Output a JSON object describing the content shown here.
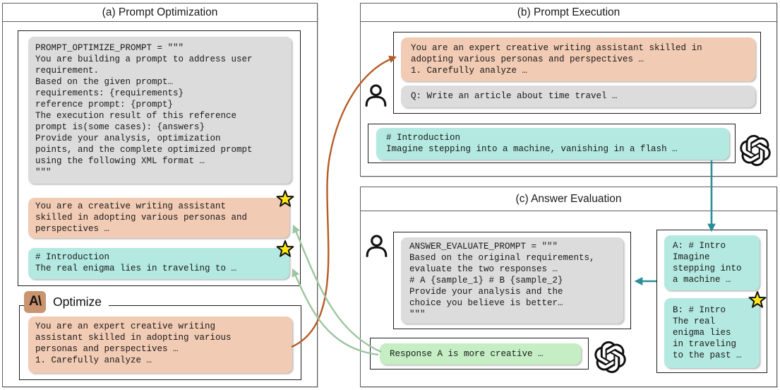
{
  "panel_a": {
    "title": "(a) Prompt Optimization",
    "optimize_prompt_code": "PROMPT_OPTIMIZE_PROMPT = \"\"\"\nYou are building a prompt to address user\nrequirement.\nBased on the given prompt…\nrequirements: {requirements}\nreference prompt: {prompt}\nThe execution result of this reference\nprompt is(some cases): {answers}\nProvide your analysis, optimization\npoints, and the complete optimized prompt\nusing the following XML format …\n\"\"\"",
    "reference_prompt": "You are a creative writing assistant\nskilled in adopting various personas and\nperspectives …",
    "reference_answer": "# Introduction\nThe real enigma lies in traveling to …",
    "optimize_label": "Optimize",
    "anthropic_logo_text": "A\\",
    "optimized_prompt": "You are an expert creative writing\nassistant skilled in adopting various\npersonas and perspectives …\n1. Carefully analyze …"
  },
  "panel_b": {
    "title": "(b) Prompt Execution",
    "system_prompt": "You are an expert creative writing assistant skilled in\nadopting various personas and perspectives …\n1. Carefully analyze …",
    "user_question": "Q: Write an article about time travel …",
    "model_answer": "# Introduction\nImagine stepping into a machine, vanishing in a flash …"
  },
  "panel_c": {
    "title": "(c) Answer Evaluation",
    "evaluate_prompt_code": "ANSWER_EVALUATE_PROMPT = \"\"\"\nBased on the original requirements,\nevaluate the two responses …\n# A {sample_1} # B {sample_2}\nProvide your analysis and the\nchoice you believe is better…\n\"\"\"",
    "sample_a": "A: # Intro\nImagine\nstepping into\na machine …",
    "sample_b": "B: # Intro\nThe real\nenigma lies\nin traveling\nto the past …",
    "verdict": "Response A is more creative …"
  },
  "icons": {
    "user_icon": "person-outline",
    "openai_icon": "openai-logo",
    "anthropic_icon": "anthropic-logo",
    "star_icon": "yellow-star"
  },
  "colors": {
    "bubble_pink": "#f2cbb4",
    "bubble_cyan": "#b3e9e0",
    "bubble_gray": "#dcdcdc",
    "bubble_green": "#c5eec4",
    "arrow_orange": "#b65c26",
    "arrow_teal": "#2b8c9b",
    "arrow_sage": "#9cc5a0",
    "star_yellow": "#ffe714",
    "anthropic_tan": "#c9946f"
  }
}
